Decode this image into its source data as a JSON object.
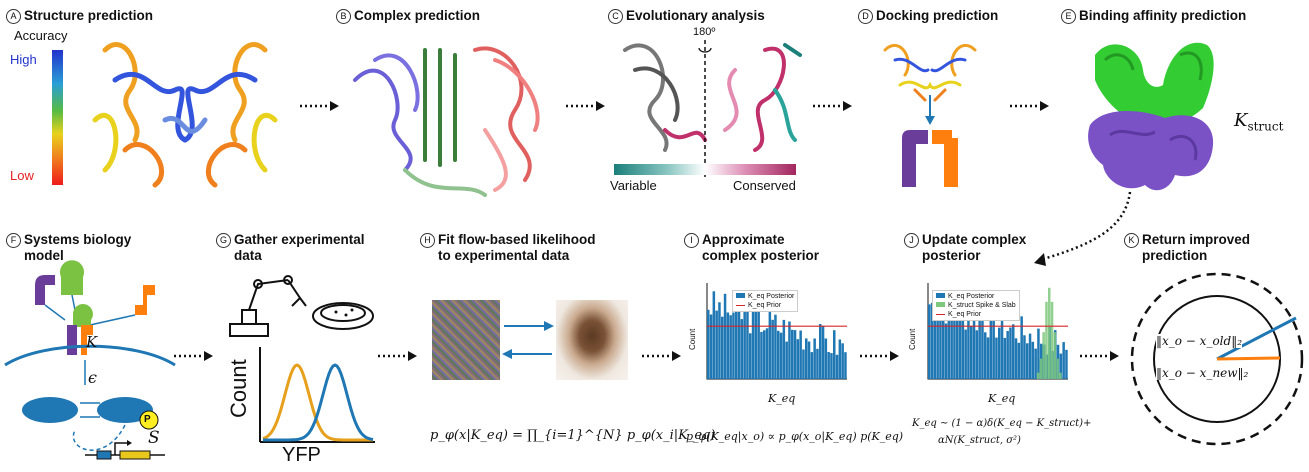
{
  "panels": {
    "A": {
      "letter": "A",
      "title": "Structure prediction",
      "scale_title": "Accuracy",
      "high": "High",
      "low": "Low"
    },
    "B": {
      "letter": "B",
      "title": "Complex prediction"
    },
    "C": {
      "letter": "C",
      "title": "Evolutionary analysis",
      "rotation": "180º",
      "variable": "Variable",
      "conserved": "Conserved"
    },
    "D": {
      "letter": "D",
      "title": "Docking prediction"
    },
    "E": {
      "letter": "E",
      "title": "Binding affinity prediction",
      "k_label": "K",
      "k_sub": "struct"
    },
    "F": {
      "letter": "F",
      "title_line1": "Systems biology",
      "title_line2": "model",
      "k_label": "K",
      "eps": "ϵ",
      "s_label": "S",
      "p_label": "P"
    },
    "G": {
      "letter": "G",
      "title_line1": "Gather experimental",
      "title_line2": "data",
      "ylabel": "Count",
      "xlabel": "YFP"
    },
    "H": {
      "letter": "H",
      "title_line1": "Fit flow-based likelihood",
      "title_line2": "to experimental data",
      "equation": "p_φ(x|K_eq) = ∏_{i=1}^{N} p_φ(x_i|K_eq)"
    },
    "I": {
      "letter": "I",
      "title_line1": "Approximate",
      "title_line2": "complex posterior",
      "xlabel": "K_eq",
      "ylabel": "Count",
      "legend": [
        "K_eq Posterior",
        "K_eq Prior"
      ],
      "equation": "p_φ(K_eq|x_o) ∝ p_φ(x_o|K_eq) p(K_eq)"
    },
    "J": {
      "letter": "J",
      "title_line1": "Update complex",
      "title_line2": "posterior",
      "xlabel": "K_eq",
      "ylabel": "Count",
      "legend": [
        "K_eq Posterior",
        "K_struct Spike & Slab",
        "K_eq Prior"
      ],
      "equation_line1": "K_eq ∼ (1 − α)δ(K_eq − K_struct)+",
      "equation_line2": "αN(K_struct, σ²)"
    },
    "K": {
      "letter": "K",
      "title_line1": "Return improved",
      "title_line2": "prediction",
      "old": "‖x_o − x_old‖₂",
      "new": "‖x_o − x_new‖₂"
    }
  },
  "colors": {
    "blue": "#1f77b4",
    "orange": "#ff7f0e",
    "red": "#d62728",
    "green": "#2ca02c",
    "purple": "#6a3d9a",
    "teal": "#1b7f7a",
    "magenta": "#a2265f"
  }
}
